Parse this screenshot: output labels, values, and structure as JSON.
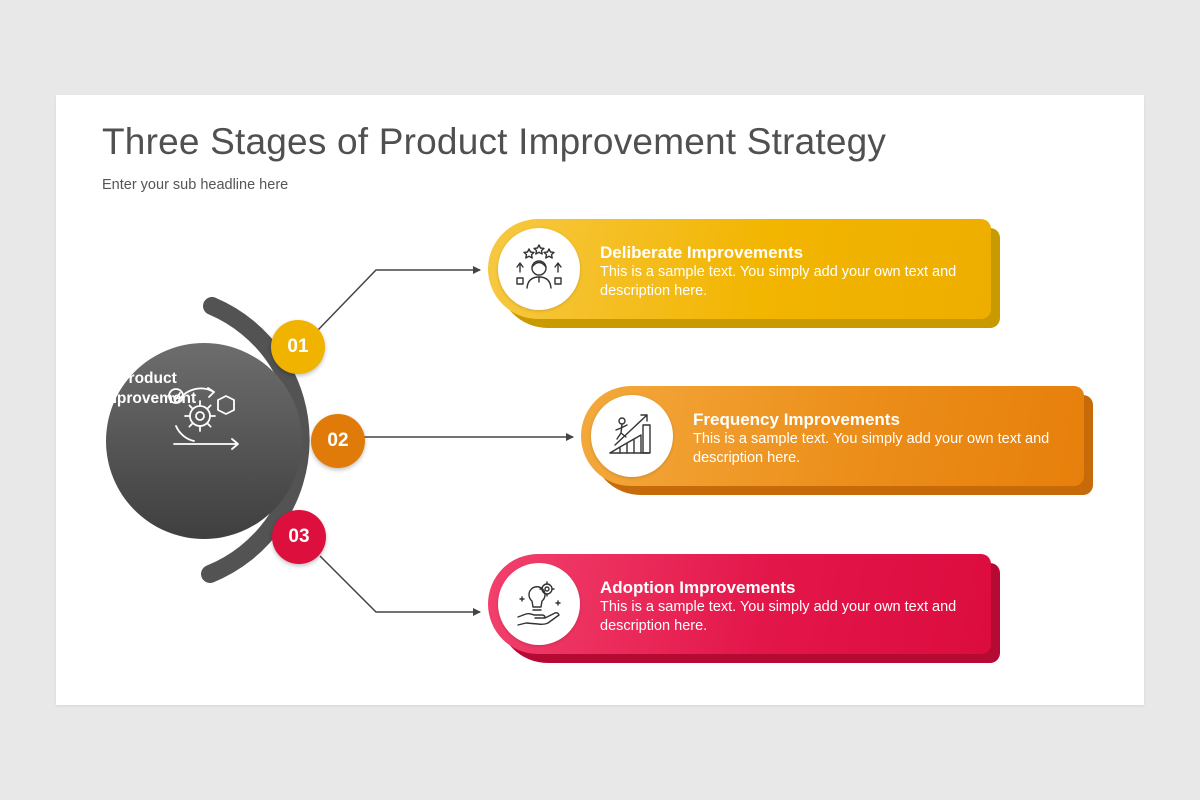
{
  "slide": {
    "title": "Three Stages of Product Improvement Strategy",
    "subtitle": "Enter your sub headline here"
  },
  "hub": {
    "label_line1": "Product",
    "label_line2": "Improvement",
    "icon": "gear-cycle-icon"
  },
  "stages": [
    {
      "number": "01",
      "title": "Deliberate Improvements",
      "description": "This is a sample text. You simply add your own text and description here.",
      "icon": "person-rating-stars-icon",
      "color": "#f0b300"
    },
    {
      "number": "02",
      "title": "Frequency Improvements",
      "description": "This is a sample text. You simply add your own text and description here.",
      "icon": "climbing-growth-chart-icon",
      "color": "#e8820f"
    },
    {
      "number": "03",
      "title": "Adoption Improvements",
      "description": "This is a sample text. You simply add your own text and description here.",
      "icon": "hand-lightbulb-gear-icon",
      "color": "#e0103f"
    }
  ]
}
